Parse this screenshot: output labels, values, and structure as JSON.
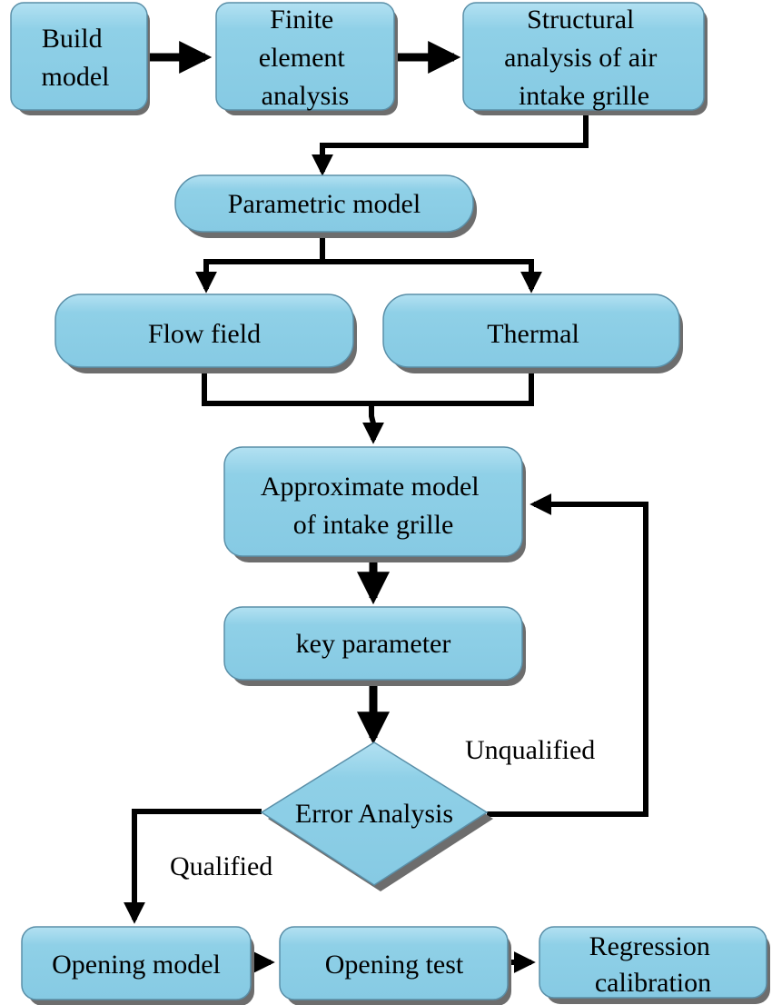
{
  "colors": {
    "box_fill": "#8ecfe6",
    "box_fill_light": "#bfe6f4",
    "box_edge": "#5a8fa8",
    "shadow": "#6d6d6d",
    "connector": "#000000"
  },
  "nodes": {
    "build_model": [
      "Build",
      "model"
    ],
    "finite_element_analysis": [
      "Finite",
      "element",
      "analysis"
    ],
    "structural_analysis": [
      "Structural",
      "analysis of air",
      "intake grille"
    ],
    "parametric_model": [
      "Parametric model"
    ],
    "flow_field": [
      "Flow field"
    ],
    "thermal": [
      "Thermal"
    ],
    "approximate_model": [
      "Approximate model",
      "of intake grille"
    ],
    "key_parameter": [
      "key parameter"
    ],
    "error_analysis": [
      "Error Analysis"
    ],
    "opening_model": [
      "Opening model"
    ],
    "opening_test": [
      "Opening test"
    ],
    "regression_calibration": [
      "Regression",
      "calibration"
    ]
  },
  "edge_labels": {
    "unqualified": "Unqualified",
    "qualified": "Qualified"
  }
}
